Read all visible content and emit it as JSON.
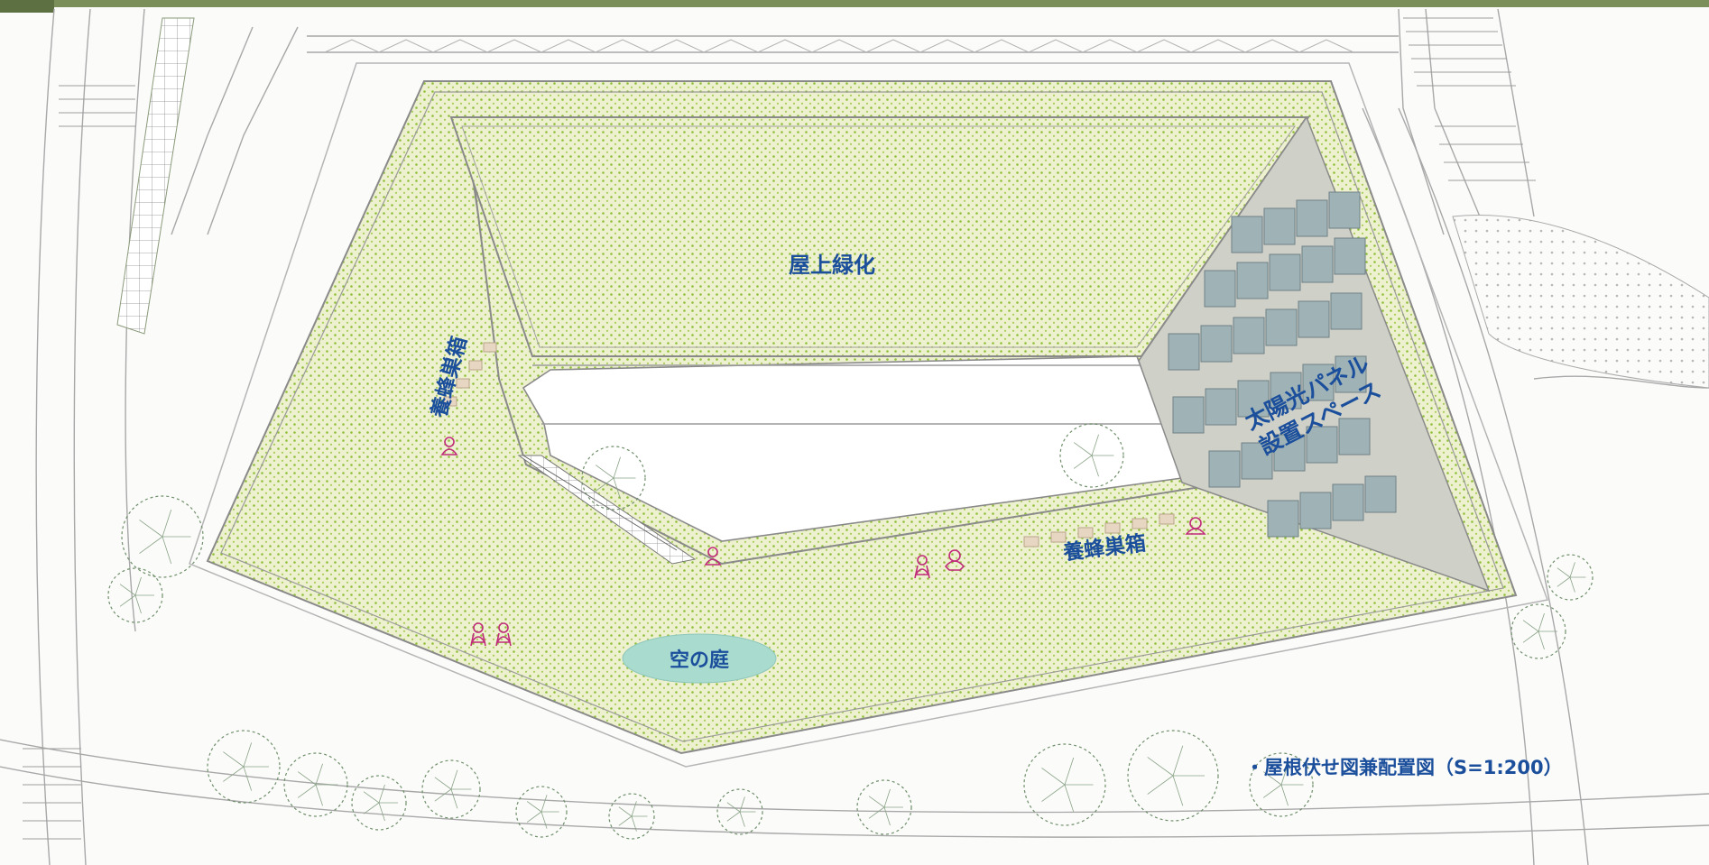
{
  "diagram": {
    "labels": {
      "rooftop_greening": "屋上緑化",
      "solar_panel_line1": "太陽光パネル",
      "solar_panel_line2": "設置スペース",
      "beehive_left": "養蜂巣箱",
      "beehive_right": "養蜂巣箱",
      "sky_garden": "空の庭",
      "caption": "・屋根伏せ図兼配置図（S=1:200）"
    },
    "colors": {
      "green_roof": "#eef1cf",
      "green_dots": "#8fbf3a",
      "solar_area": "#cfd1c8",
      "solar_panel": "#9fb3b6",
      "label_text": "#1b4f9c",
      "sky_garden_fill": "#a9dbcf",
      "beehive_box": "#e6d6c2",
      "figure_magenta": "#c02a7a",
      "tree_outline": "#6f8f6a"
    }
  }
}
